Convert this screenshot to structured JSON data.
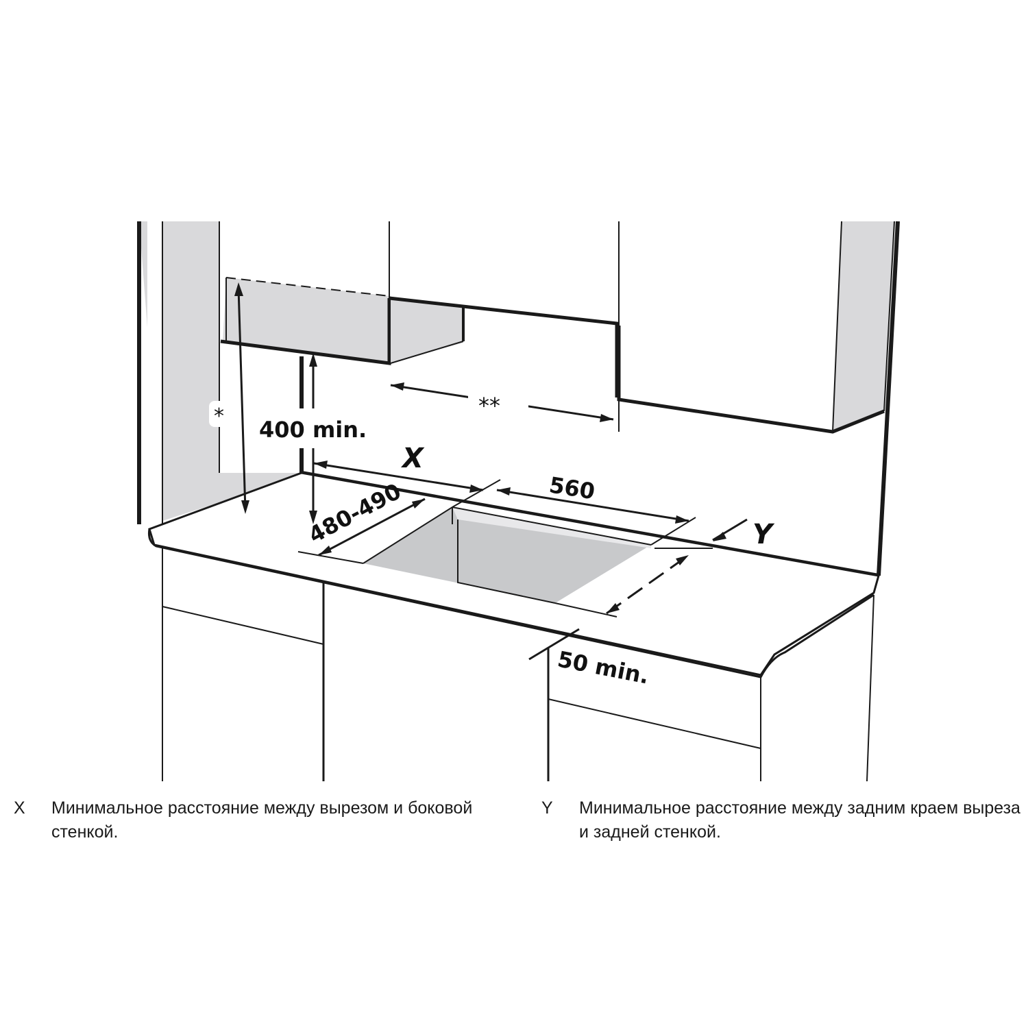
{
  "diagram": {
    "labels": {
      "asterisk": "*",
      "double_asterisk": "**",
      "min_height": "400 min.",
      "x_marker": "X",
      "y_marker": "Y",
      "width": "560",
      "depth": "480-490",
      "front_min": "50 min."
    },
    "colors": {
      "wall_fill": "#d9d9db",
      "cutout_fill": "#c8c9cb",
      "line": "#1a1a1a"
    }
  },
  "legend": [
    {
      "key": "X",
      "text": "Минимальное расстояние между вырезом и боковой стенкой."
    },
    {
      "key": "Y",
      "text": "Минимальное расстояние между задним краем выреза и задней стенкой."
    }
  ]
}
